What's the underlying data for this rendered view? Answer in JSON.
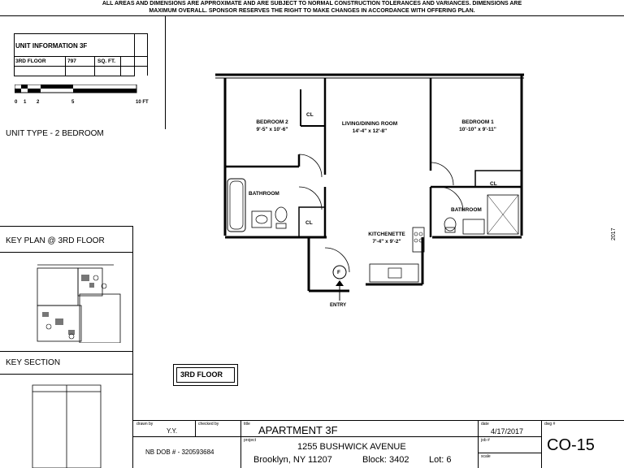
{
  "disclaimer": {
    "line1": "ALL AREAS AND DIMENSIONS ARE APPROXIMATE AND ARE SUBJECT TO NORMAL CONSTRUCTION TOLERANCES AND VARIANCES.  DIMENSIONS ARE",
    "line2": "MAXIMUM OVERALL.  SPONSOR RESERVES THE RIGHT TO MAKE CHANGES IN ACCORDANCE WITH OFFERING PLAN."
  },
  "unit_info": {
    "title": "UNIT INFORMATION 3F",
    "floor": "3RD FLOOR",
    "area": "797",
    "area_unit": "SQ. FT."
  },
  "scale_bar": {
    "ticks": [
      "0",
      "1",
      "2",
      "5",
      "10 FT"
    ]
  },
  "unit_type": "UNIT TYPE - 2 BEDROOM",
  "key_plan_title": "KEY PLAN @ 3RD FLOOR",
  "key_section_title": "KEY SECTION",
  "floor_tag": "3RD FLOOR",
  "side_note": "2017",
  "rooms": {
    "bedroom2": {
      "name": "BEDROOM 2",
      "dims": "9'-5\" x 10'-6\""
    },
    "living": {
      "name": "LIVING/DINING ROOM",
      "dims": "14'-4\" x 12'-8\""
    },
    "bedroom1": {
      "name": "BEDROOM 1",
      "dims": "10'-10\" x 9'-11\""
    },
    "bath_left": "BATHROOM",
    "bath_right": "BATHROOM",
    "kitchen": {
      "name": "KITCHENETTE",
      "dims": "7'-4\" x 9'-2\""
    },
    "closet_labels": [
      "CL",
      "CL",
      "CL"
    ],
    "f_label": "F",
    "entry_label": "ENTRY"
  },
  "title_block": {
    "drawn_by_label": "drawn by",
    "drawn_by": "Y.Y.",
    "checked_by_label": "checked by",
    "title_label": "title",
    "title": "APARTMENT 3F",
    "project_label": "project",
    "address": "1255 BUSHWICK AVENUE",
    "city_line": "Brooklyn, NY 11207",
    "block": "Block: 3402",
    "lot": "Lot: 6",
    "nb_dob": "NB DOB # - 320593684",
    "date_label": "date",
    "date": "4/17/2017",
    "job_label": "job #",
    "scale_label": "scale",
    "dwg_label": "dwg #",
    "dwg": "CO-15"
  }
}
